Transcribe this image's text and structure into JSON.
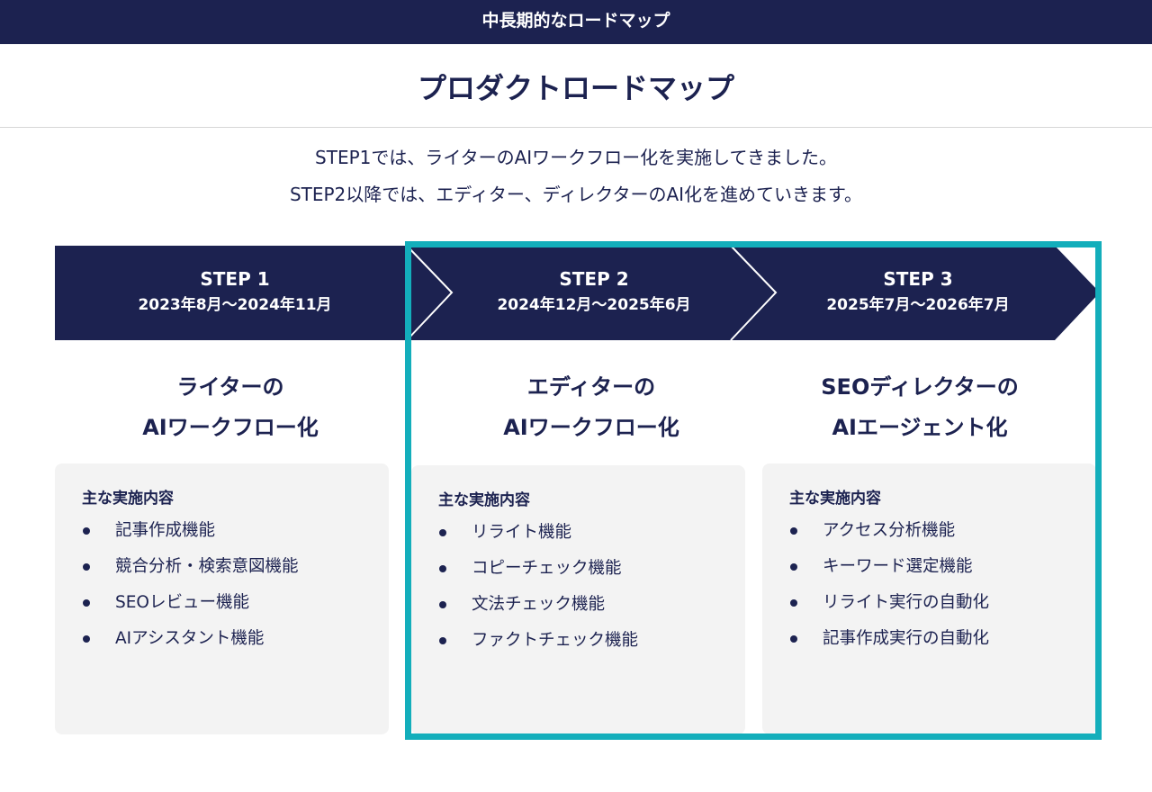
{
  "header": {
    "banner": "中長期的なロードマップ"
  },
  "page": {
    "title": "プロダクトロードマップ"
  },
  "intro": [
    "STEP1では、ライターのAIワークフロー化を実施してきました。",
    "STEP2以降では、エディター、ディレクターのAI化を進めていきます。"
  ],
  "steps": [
    {
      "label": "STEP 1",
      "period": "2023年8月〜2024年11月",
      "title_line1": "ライターの",
      "title_line2": "AIワークフロー化",
      "card_heading": "主な実施内容",
      "items": [
        "記事作成機能",
        "競合分析・検索意図機能",
        "SEOレビュー機能",
        "AIアシスタント機能"
      ]
    },
    {
      "label": "STEP 2",
      "period": "2024年12月〜2025年6月",
      "title_line1": "エディターの",
      "title_line2": "AIワークフロー化",
      "card_heading": "主な実施内容",
      "items": [
        "リライト機能",
        "コピーチェック機能",
        "文法チェック機能",
        "ファクトチェック機能"
      ]
    },
    {
      "label": "STEP 3",
      "period": "2025年7月〜2026年7月",
      "title_line1": "SEOディレクターの",
      "title_line2": "AIエージェント化",
      "card_heading": "主な実施内容",
      "items": [
        "アクセス分析機能",
        "キーワード選定機能",
        "リライト実行の自動化",
        "記事作成実行の自動化"
      ]
    }
  ],
  "colors": {
    "navy": "#1c2250",
    "highlight": "#13aebb",
    "card_bg": "#f3f3f3"
  }
}
